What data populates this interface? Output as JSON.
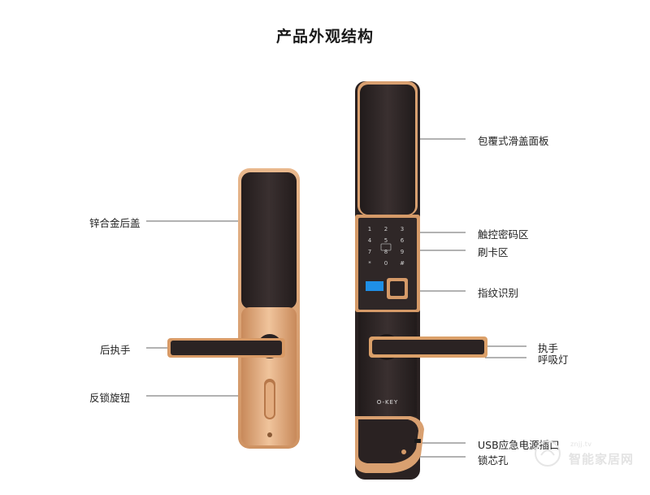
{
  "title": "产品外观结构",
  "labels": {
    "back_cover": "锌合金后盖",
    "back_handle": "后执手",
    "anti_lock_knob": "反锁旋钮",
    "slide_cover": "包覆式滑盖面板",
    "touch_keypad": "触控密码区",
    "card_area": "刷卡区",
    "fingerprint": "指纹识别",
    "handle": "执手",
    "breathing_light": "呼吸灯",
    "usb_port": "USB应急电源插口",
    "key_hole": "锁芯孔"
  },
  "keypad": {
    "keys": [
      "1",
      "2",
      "3",
      "4",
      "5",
      "6",
      "7",
      "8",
      "9",
      "*",
      "0",
      "#"
    ]
  },
  "brand": "O-KEY",
  "watermark": {
    "url": "znjj.tv",
    "name": "智能家居网"
  },
  "colors": {
    "gold": "#d79a66",
    "gold_light": "#f1c9a4",
    "body_dark": "#2a2323",
    "panel": "#3d3434",
    "blue": "#1f8fe6"
  }
}
